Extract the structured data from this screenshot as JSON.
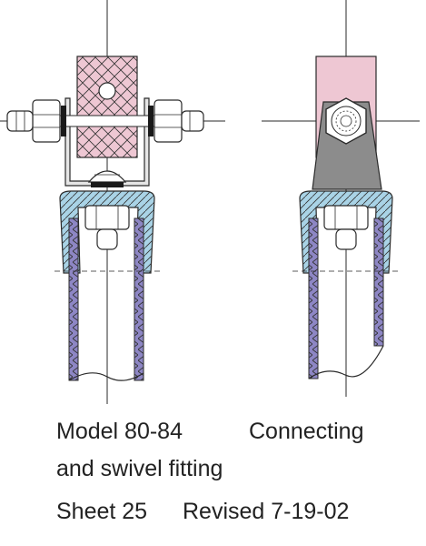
{
  "caption": {
    "line1_left": "Model 80-84",
    "line1_right": "Connecting",
    "line2": "and swivel fitting",
    "line3_left": "Sheet 25",
    "line3_right": "Revised 7-19-02"
  },
  "colors": {
    "line": "#2a2a2a",
    "wood_pink": "#eec7d3",
    "plastic_blue": "#a9d3e6",
    "tube_purple": "#8d86c4",
    "bracket_gray": "#8c8c8c",
    "paper": "#ffffff"
  }
}
